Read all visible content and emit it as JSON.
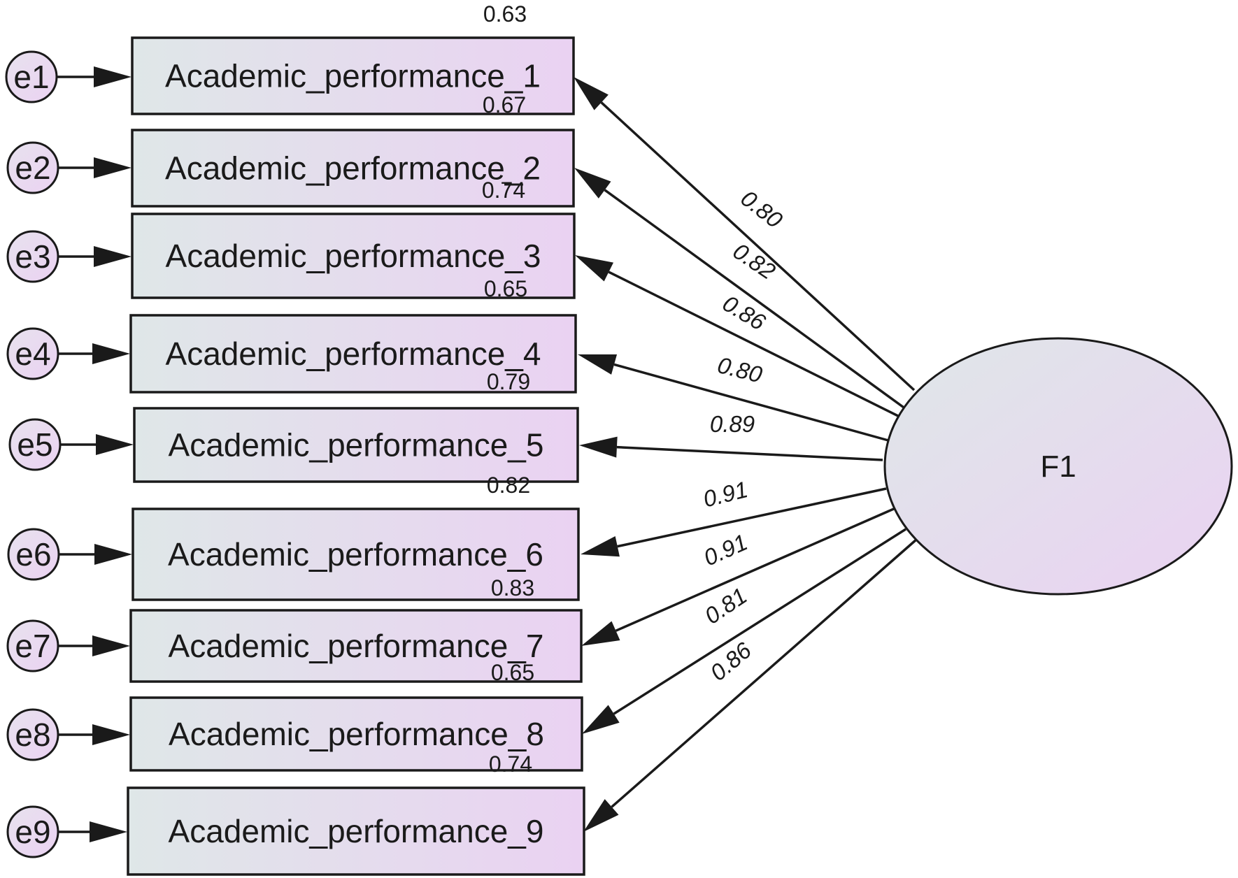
{
  "factor": {
    "label": "F1"
  },
  "colors": {
    "fill_start": "#dfe7e8",
    "fill_end": "#ead2f2",
    "stroke": "#1a1a1a"
  },
  "items": [
    {
      "label": "Academic_performance_1",
      "error": "e1",
      "r2": "0.63",
      "loading": "0.80"
    },
    {
      "label": "Academic_performance_2",
      "error": "e2",
      "r2": "0.67",
      "loading": "0.82"
    },
    {
      "label": "Academic_performance_3",
      "error": "e3",
      "r2": "0.74",
      "loading": "0.86"
    },
    {
      "label": "Academic_performance_4",
      "error": "e4",
      "r2": "0.65",
      "loading": "0.80"
    },
    {
      "label": "Academic_performance_5",
      "error": "e5",
      "r2": "0.79",
      "loading": "0.89"
    },
    {
      "label": "Academic_performance_6",
      "error": "e6",
      "r2": "0.82",
      "loading": "0.91"
    },
    {
      "label": "Academic_performance_7",
      "error": "e7",
      "r2": "0.83",
      "loading": "0.91"
    },
    {
      "label": "Academic_performance_8",
      "error": "e8",
      "r2": "0.65",
      "loading": "0.81"
    },
    {
      "label": "Academic_performance_9",
      "error": "e9",
      "r2": "0.74",
      "loading": "0.86"
    }
  ]
}
